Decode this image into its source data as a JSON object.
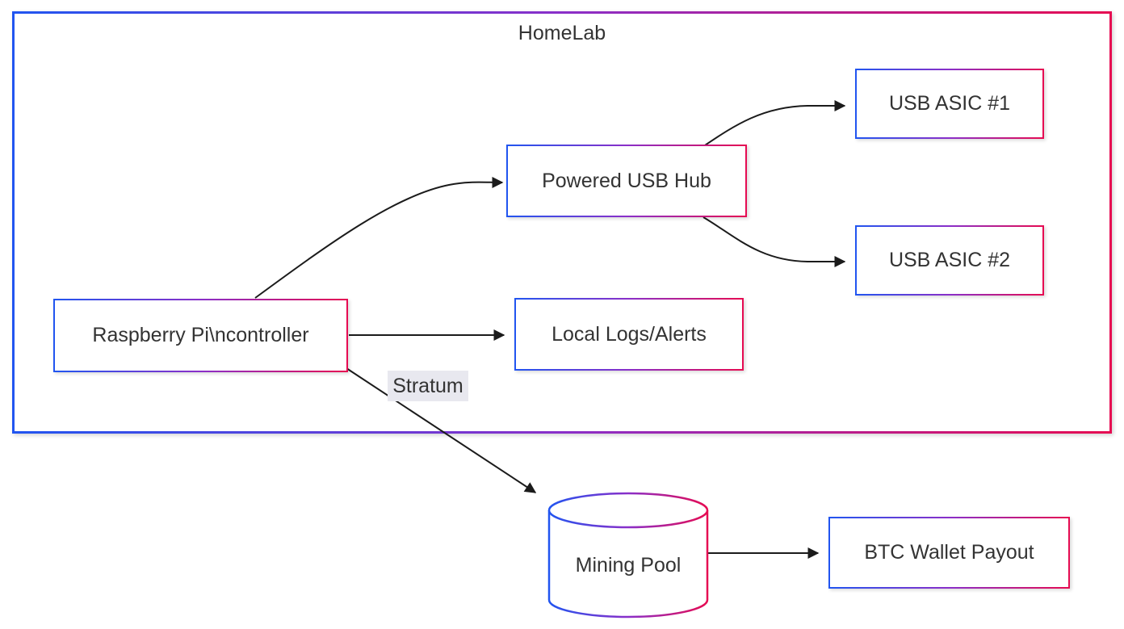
{
  "diagram": {
    "type": "flowchart",
    "title": "HomeLab",
    "nodes": [
      {
        "id": "pi",
        "label": "Raspberry Pi\\ncontroller",
        "shape": "rectangle",
        "group": "HomeLab"
      },
      {
        "id": "hub",
        "label": "Powered USB Hub",
        "shape": "rectangle",
        "group": "HomeLab"
      },
      {
        "id": "asic1",
        "label": "USB ASIC #1",
        "shape": "rectangle",
        "group": "HomeLab"
      },
      {
        "id": "asic2",
        "label": "USB ASIC #2",
        "shape": "rectangle",
        "group": "HomeLab"
      },
      {
        "id": "logs",
        "label": "Local Logs/Alerts",
        "shape": "rectangle",
        "group": "HomeLab"
      },
      {
        "id": "pool",
        "label": "Mining Pool",
        "shape": "cylinder",
        "group": ""
      },
      {
        "id": "wallet",
        "label": "BTC Wallet Payout",
        "shape": "rectangle",
        "group": ""
      }
    ],
    "edges": [
      {
        "from": "pi",
        "to": "hub",
        "label": ""
      },
      {
        "from": "hub",
        "to": "asic1",
        "label": ""
      },
      {
        "from": "hub",
        "to": "asic2",
        "label": ""
      },
      {
        "from": "pi",
        "to": "logs",
        "label": ""
      },
      {
        "from": "pi",
        "to": "pool",
        "label": "Stratum"
      },
      {
        "from": "pool",
        "to": "wallet",
        "label": ""
      }
    ],
    "colors": {
      "gradient_start": "#2155f0",
      "gradient_mid": "#8a2fc9",
      "gradient_end": "#e60b52",
      "node_fill": "#ffffff",
      "text": "#333333",
      "edge_stroke": "#1b1b1b",
      "edge_label_bg": "#e8e8ef",
      "canvas_bg": "#ffffff"
    }
  }
}
